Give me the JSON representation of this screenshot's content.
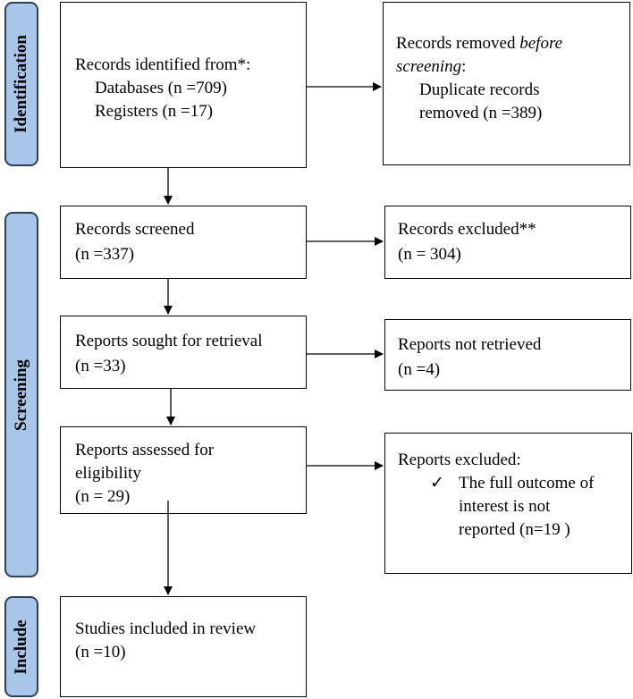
{
  "stages": {
    "identification": "Identification",
    "screening": "Screening",
    "include": "Include"
  },
  "identified": {
    "title": "Records identified from*:",
    "databases": "Databases (n =709)",
    "registers": "Registers (n =17)"
  },
  "removed": {
    "title_prefix": "Records removed ",
    "title_italic": "before",
    "title_italic2": "screening",
    "title_suffix": ":",
    "line1": "Duplicate records",
    "line2": "removed (n =389)"
  },
  "screened": {
    "title": "Records screened",
    "count": "(n =337)"
  },
  "excluded": {
    "title": "Records excluded**",
    "count": "(n = 304)"
  },
  "sought": {
    "title": "Reports sought for retrieval",
    "count": "(n =33)"
  },
  "not_retrieved": {
    "title": "Reports not retrieved",
    "count": "(n =4)"
  },
  "assessed": {
    "line1": "Reports assessed for",
    "line2": "eligibility",
    "count": "(n = 29)"
  },
  "reports_excluded": {
    "title": "Reports excluded:",
    "check": "✓",
    "line1": "The full outcome of",
    "line2": "interest is not",
    "line3": "reported (n=19 )"
  },
  "included": {
    "title": "Studies included in review",
    "count": "(n =10)"
  }
}
